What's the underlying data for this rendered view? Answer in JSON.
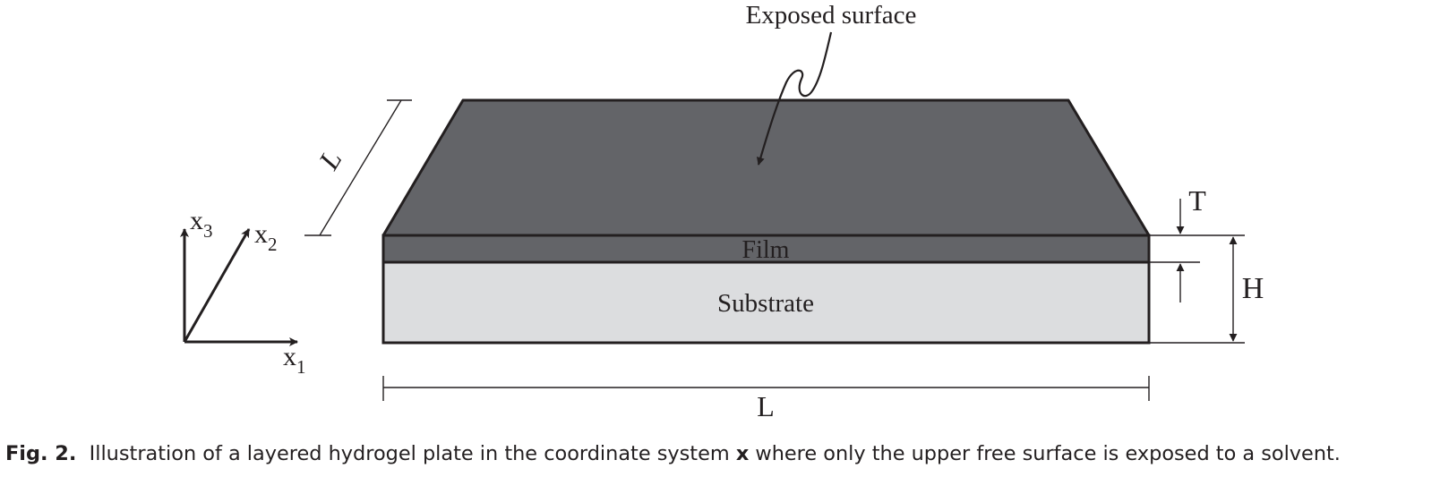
{
  "labels": {
    "exposed_surface": "Exposed surface",
    "film": "Film",
    "substrate": "Substrate",
    "depth_length": "L",
    "width_length": "L",
    "film_thickness": "T",
    "total_height": "H",
    "axis_x1": "x",
    "axis_x1_sub": "1",
    "axis_x2": "x",
    "axis_x2_sub": "2",
    "axis_x3": "x",
    "axis_x3_sub": "3"
  },
  "caption": {
    "fig_number": "Fig. 2.",
    "text_before": "Illustration of a layered hydrogel plate in the coordinate system",
    "vector_symbol": "x",
    "text_after": "where only the upper free surface is exposed to a solvent."
  },
  "colors": {
    "film_top": "#636468",
    "film_side": "#636468",
    "substrate": "#dcdddf",
    "outline": "#231f20",
    "background": "#ffffff"
  }
}
